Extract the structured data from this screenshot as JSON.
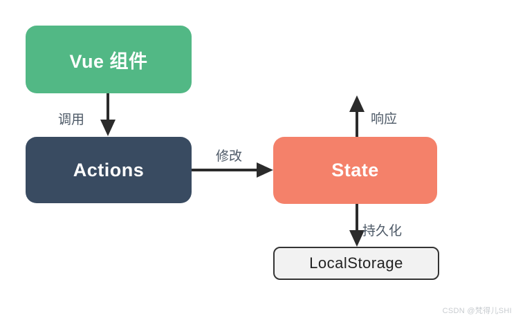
{
  "nodes": {
    "vue": {
      "label": "Vue 组件"
    },
    "actions": {
      "label": "Actions"
    },
    "state": {
      "label": "State"
    },
    "localstorage": {
      "label": "LocalStorage"
    }
  },
  "edges": {
    "call": {
      "label": "调用",
      "from": "vue",
      "to": "actions",
      "direction": "down"
    },
    "modify": {
      "label": "修改",
      "from": "actions",
      "to": "state",
      "direction": "right"
    },
    "respond": {
      "label": "响应",
      "from": "state",
      "direction": "up"
    },
    "persist": {
      "label": "持久化",
      "from": "state",
      "to": "localstorage",
      "direction": "down"
    }
  },
  "watermark": "CSDN @梵得儿SHI",
  "colors": {
    "vue_bg": "#52B885",
    "actions_bg": "#394B61",
    "state_bg": "#F4816A",
    "localstorage_bg": "#F2F2F2",
    "localstorage_border": "#333333",
    "arrow": "#2B2B2B",
    "edge_label": "#4C5866",
    "watermark": "#C8CCD0"
  }
}
